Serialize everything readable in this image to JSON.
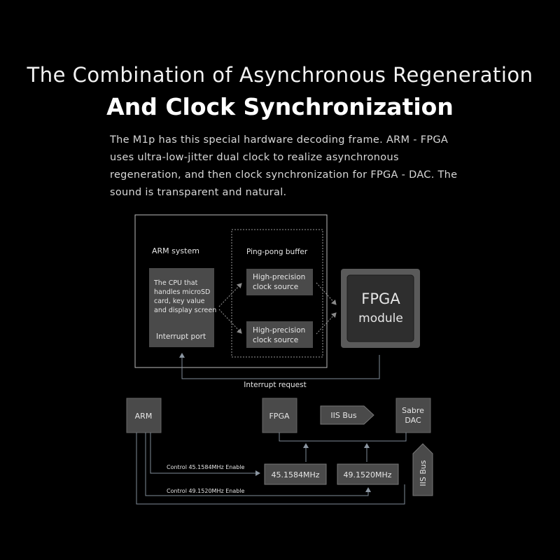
{
  "header": {
    "title_line1": "The Combination of Asynchronous Regeneration",
    "title_line2": "And Clock Synchronization",
    "description": "The M1p has this special hardware decoding frame. ARM - FPGA uses ultra-low-jitter dual clock to realize asynchronous regeneration, and then clock synchronization for FPGA - DAC. The sound is transparent and natural."
  },
  "top_diagram": {
    "arm_system_label": "ARM system",
    "cpu_box_lines": [
      "The CPU that",
      "handles microSD",
      "card, key value",
      "and display screen"
    ],
    "interrupt_port": "Interrupt port",
    "pingpong_label": "Ping-pong buffer",
    "clock_source_1": [
      "High-precision",
      "clock source"
    ],
    "clock_source_2": [
      "High-precision",
      "clock source"
    ],
    "fpga_module": [
      "FPGA",
      "module"
    ],
    "interrupt_request": "Interrupt request"
  },
  "bottom_diagram": {
    "arm": "ARM",
    "fpga": "FPGA",
    "iis_bus_arrow": "IIS Bus",
    "sabre_dac": [
      "Sabre",
      "DAC"
    ],
    "clock_45": "45.1584MHz",
    "clock_49": "49.1520MHz",
    "iis_bus_vertical": "IIS Bus",
    "control_45": "Control 45.1584MHz Enable",
    "control_49": "Control 49.1520MHz Enable"
  },
  "colors": {
    "background": "#000000",
    "box_fill": "#4a4a4a",
    "line": "#7f8c99",
    "chip_fill": "#2e2e2e"
  }
}
